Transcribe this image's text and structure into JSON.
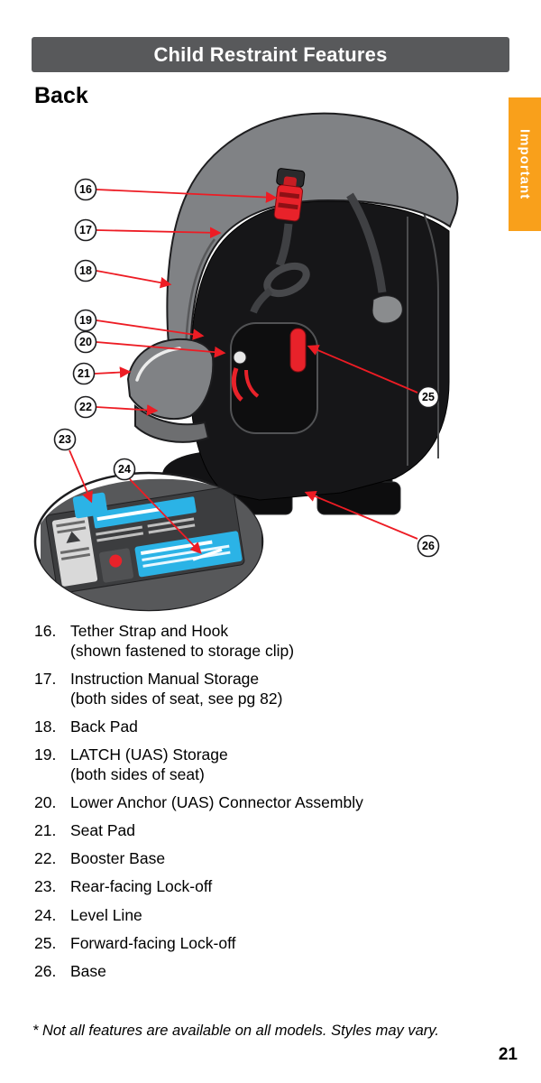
{
  "header": {
    "title": "Child Restraint Features"
  },
  "section": {
    "title": "Back"
  },
  "side_tab": {
    "label": "Important",
    "color": "#F9A01B"
  },
  "colors": {
    "header_gray": "#58595B",
    "accent_red": "#ED1C24",
    "label_cyan": "#29ABE2",
    "shell_gray": "#808285"
  },
  "diagram": {
    "description": "Back view of child restraint seat with numbered callouts and inset label detail",
    "callouts": [
      "16",
      "17",
      "18",
      "19",
      "20",
      "21",
      "22",
      "23",
      "24",
      "25",
      "26"
    ]
  },
  "features": [
    {
      "num": "16.",
      "text": "Tether Strap and Hook",
      "sub": "(shown fastened to storage clip)"
    },
    {
      "num": "17.",
      "text": "Instruction Manual Storage",
      "sub": "(both sides of seat, see pg 82)"
    },
    {
      "num": "18.",
      "text": "Back Pad"
    },
    {
      "num": "19.",
      "text": "LATCH (UAS) Storage",
      "sub": "(both sides of seat)"
    },
    {
      "num": "20.",
      "text": "Lower Anchor (UAS) Connector Assembly"
    },
    {
      "num": "21.",
      "text": "Seat Pad"
    },
    {
      "num": "22.",
      "text": "Booster Base"
    },
    {
      "num": "23.",
      "text": "Rear-facing Lock-off"
    },
    {
      "num": "24.",
      "text": "Level Line"
    },
    {
      "num": "25.",
      "text": "Forward-facing Lock-off"
    },
    {
      "num": "26.",
      "text": "Base"
    }
  ],
  "footnote": "* Not all features are available on all models. Styles may vary.",
  "page_number": "21"
}
